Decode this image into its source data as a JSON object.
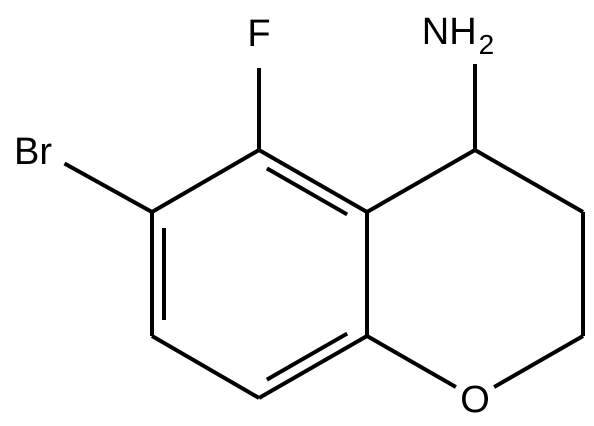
{
  "molecule": {
    "atoms": [
      {
        "id": "c4a",
        "symbol": ""
      },
      {
        "id": "c5",
        "symbol": ""
      },
      {
        "id": "c6",
        "symbol": ""
      },
      {
        "id": "c7",
        "symbol": ""
      },
      {
        "id": "c8",
        "symbol": ""
      },
      {
        "id": "c8a",
        "symbol": ""
      },
      {
        "id": "c4",
        "symbol": ""
      },
      {
        "id": "c3",
        "symbol": ""
      },
      {
        "id": "c2",
        "symbol": ""
      },
      {
        "id": "o1",
        "symbol": "O"
      },
      {
        "id": "f",
        "symbol": "F"
      },
      {
        "id": "br",
        "symbol": "Br"
      },
      {
        "id": "n",
        "symbol": "NH",
        "subscript": "2"
      }
    ],
    "bonds": [
      {
        "from": "c4a",
        "to": "c5",
        "order": 2
      },
      {
        "from": "c5",
        "to": "c6",
        "order": 1
      },
      {
        "from": "c6",
        "to": "c7",
        "order": 2
      },
      {
        "from": "c7",
        "to": "c8",
        "order": 1
      },
      {
        "from": "c8",
        "to": "c8a",
        "order": 2
      },
      {
        "from": "c8a",
        "to": "c4a",
        "order": 1
      },
      {
        "from": "c4a",
        "to": "c4",
        "order": 1
      },
      {
        "from": "c4",
        "to": "c3",
        "order": 1
      },
      {
        "from": "c3",
        "to": "c2",
        "order": 1
      },
      {
        "from": "c2",
        "to": "o1",
        "order": 1
      },
      {
        "from": "o1",
        "to": "c8a",
        "order": 1
      },
      {
        "from": "c5",
        "to": "f",
        "order": 1
      },
      {
        "from": "c6",
        "to": "br",
        "order": 1
      },
      {
        "from": "c4",
        "to": "n",
        "order": 1
      }
    ]
  }
}
